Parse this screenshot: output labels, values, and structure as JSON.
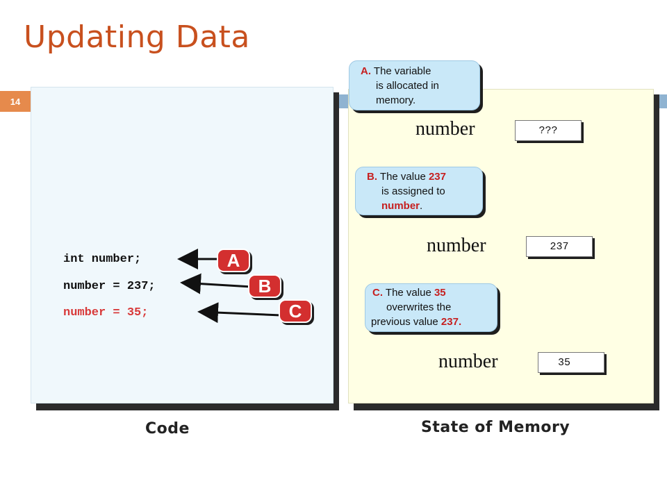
{
  "slide": {
    "title": "Updating Data",
    "number": "14"
  },
  "code": {
    "label": "Code",
    "lines": [
      "int number;",
      "number = 237;",
      "number = 35;"
    ]
  },
  "memory": {
    "label": "State of Memory",
    "variable_name": "number",
    "values": [
      "???",
      "237",
      "35"
    ]
  },
  "steps": {
    "letters": [
      "A",
      "B",
      "C"
    ],
    "a": {
      "label": "A.",
      "line1": "The variable",
      "line2": "is allocated in",
      "line3": "memory."
    },
    "b": {
      "label": "B.",
      "text1": "The value",
      "value": "237",
      "line2": "is assigned to",
      "varname": "number",
      "period": "."
    },
    "c": {
      "label": "C.",
      "text1": "The value",
      "value": "35",
      "line2": "overwrites the",
      "line3": "previous value",
      "prev": "237",
      "period": "."
    }
  },
  "colors": {
    "title": "#c8501e",
    "accent_red": "#c62020",
    "code_red": "#d83a3a",
    "callout_fill": "#c9e8f8",
    "memory_fill": "#ffffe4",
    "code_fill": "#f0f8fc"
  }
}
